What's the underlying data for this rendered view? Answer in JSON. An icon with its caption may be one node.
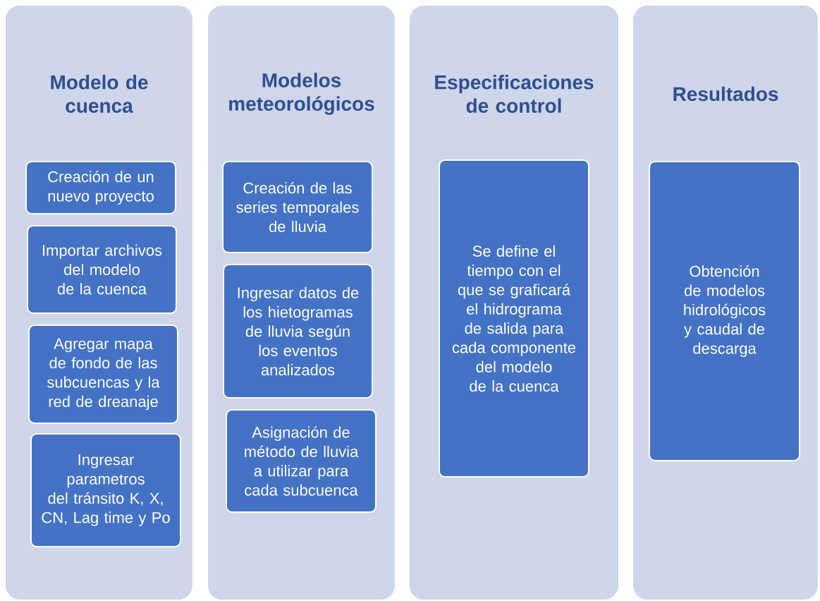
{
  "diagram": {
    "nodes": [
      {
        "text": [
          "Modelo de cuenca"
        ]
      },
      {
        "text": [
          "Creación de un nuevo proyecto"
        ],
        "in": 0
      },
      {
        "text": [
          "Importar archivos del modelo de la cuenca"
        ],
        "in": 0
      },
      {
        "text": [
          "Agregar mapa de fondo de las subcuencas y la red de dreanaje"
        ],
        "in": 0
      },
      {
        "text": [
          "Ingresar parametros del tránsito K, X, CN, Lag time y Po"
        ],
        "in": 0
      },
      {
        "text": [
          "Modelos meteorológicos"
        ]
      },
      {
        "text": [
          "Creación de las series temporales de lluvia"
        ],
        "in": 5
      },
      {
        "text": [
          "Ingresar datos de los hietogramas de lluvia según los eventos analizados"
        ],
        "in": 5
      },
      {
        "text": [
          "Asignación de método de lluvia a utilizar para cada subcuenca"
        ],
        "in": 5
      },
      {
        "text": [
          "Especificaciones de control"
        ]
      },
      {
        "text": [
          "Se define el tiempo con el que se graficará el hidrograma de salida para cada componente del modelo de la cuenca"
        ],
        "in": 9
      },
      {
        "text": [
          "Resultados"
        ]
      },
      {
        "text": [
          "Obtención de modelos hidrológicos y caudal de descarga"
        ],
        "in": 11
      }
    ]
  }
}
